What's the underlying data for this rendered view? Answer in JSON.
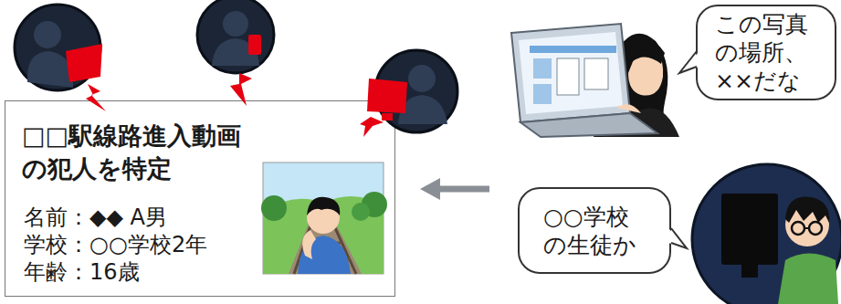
{
  "diagram": {
    "nodes": [
      {
        "text": [
          "□□駅線路進入動画 の犯人を特定",
          "名前：◆◆ A男",
          "学校：○○学校2年",
          "年齢：16歳"
        ]
      },
      {
        "text": [
          "この写真 の場所、 ××だな"
        ]
      },
      {
        "text": [
          "○○学校 の生徒か"
        ]
      }
    ]
  }
}
